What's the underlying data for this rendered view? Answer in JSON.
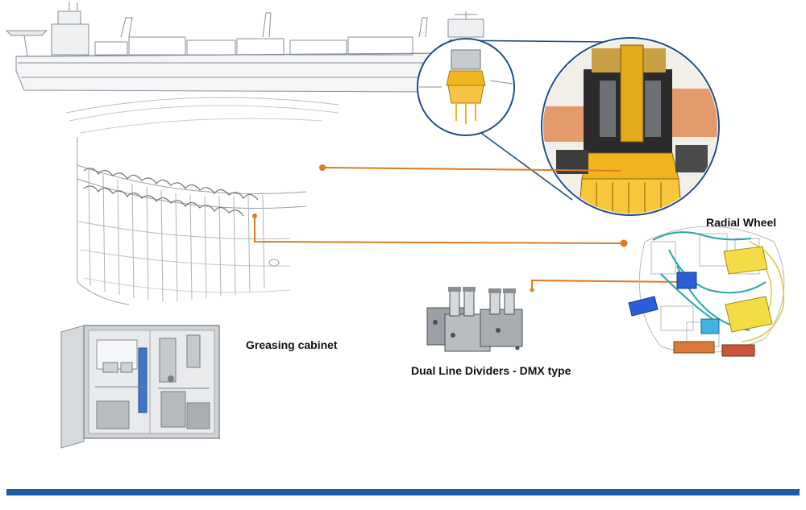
{
  "labels": {
    "radial_wheel": "Radial Wheel",
    "greasing_cabinet": "Greasing cabinet",
    "dual_line_dividers": "Dual Line Dividers - DMX type"
  },
  "colors": {
    "connector": "#e07a23",
    "circle_outline": "#1f4e8c",
    "bottom_bar": "#1f5aa6",
    "line_art": "#8a8f96",
    "turret_yellow": "#f0b51e",
    "hull_orange": "#e49a6a",
    "pipe_teal": "#2aa6a6",
    "block_blue": "#2b5fd9",
    "cabinet_grey": "#c9ccd0"
  },
  "icons": {
    "ship": "fpso-ship-drawing",
    "turret": "turret-bearing-drawing",
    "zoom": "turret-zoom-view",
    "radial": "radial-wheel-drawing",
    "dividers": "dmx-divider-blocks",
    "cabinet": "greasing-cabinet-photo"
  }
}
